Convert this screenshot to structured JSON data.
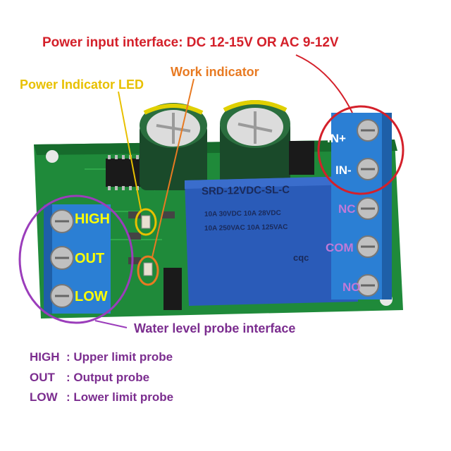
{
  "annotations": {
    "power_input": "Power input interface: DC 12-15V OR AC 9-12V",
    "work_indicator": "Work indicator",
    "power_indicator": "Power Indicator LED",
    "water_probe": "Water level probe interface"
  },
  "terminals_left": [
    "HIGH",
    "OUT",
    "LOW"
  ],
  "terminals_right": [
    "IN+",
    "IN-",
    "NC",
    "COM",
    "NO"
  ],
  "legend": [
    {
      "key": "HIGH",
      "desc": ": Upper limit probe"
    },
    {
      "key": "OUT",
      "desc": ": Output probe"
    },
    {
      "key": "LOW",
      "desc": ": Lower limit probe"
    }
  ],
  "relay": {
    "model": "SRD-12VDC-SL-C",
    "line1": "10A 250VAC  10A 125VAC",
    "line2": "10A 30VDC  10A 28VDC",
    "mark": "cqc"
  },
  "colors": {
    "red": "#d4202a",
    "orange": "#e87a22",
    "yellow": "#e8c000",
    "purple": "#9b3dbb",
    "pcb": "#1f8a3a",
    "relay_blue": "#2a5bb8",
    "terminal_blue": "#2b7fd4"
  }
}
